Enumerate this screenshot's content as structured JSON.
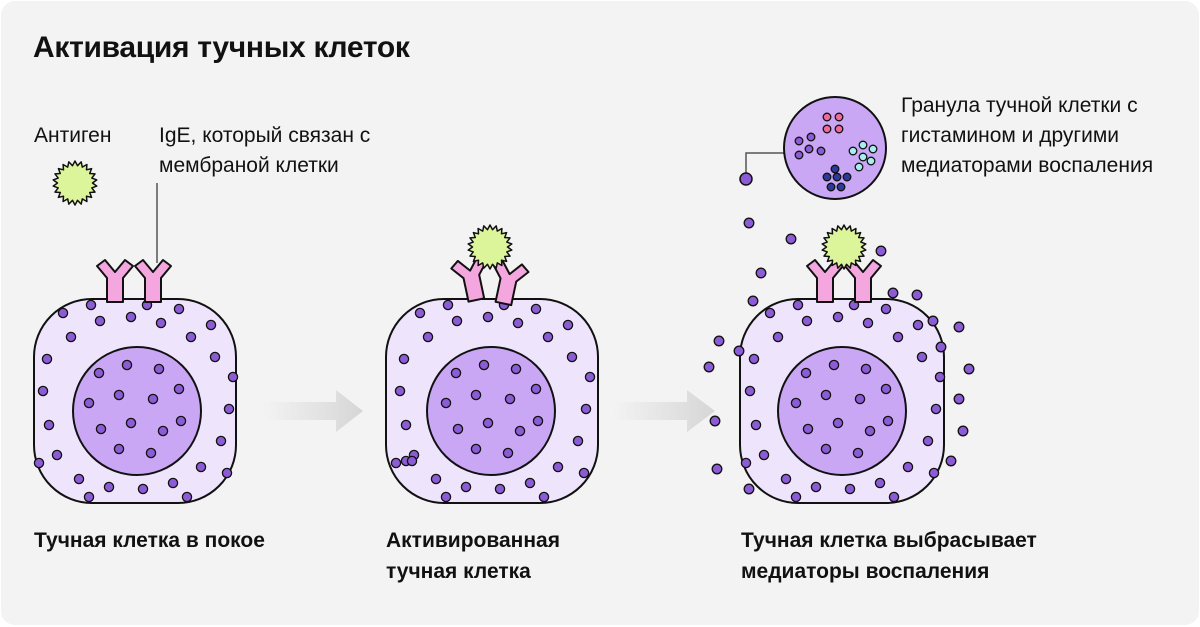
{
  "title": "Активация тучных клеток",
  "labels": {
    "antigen": "Антиген",
    "ige": "IgE, который связан с мембраной клетки",
    "granule": "Гранула тучной клетки с гистамином и другими медиаторами воспаления"
  },
  "stages": [
    {
      "caption": "Тучная клетка в покое"
    },
    {
      "caption": "Активированная тучная клетка"
    },
    {
      "caption": "Тучная клетка выбрасывает медиаторы воспаления"
    }
  ],
  "colors": {
    "background": "#f3f3f3",
    "cytoplasm": "#eee4fb",
    "nucleus": "#c9a7f5",
    "granule": "#8c5bd6",
    "antigen": "#dcf59a",
    "antibody": "#f4a6df",
    "mediator_pink": "#f06b9a",
    "mediator_cyan": "#a8eef0",
    "mediator_navy": "#2c3a9a",
    "arrow": "#d9d9d9"
  }
}
